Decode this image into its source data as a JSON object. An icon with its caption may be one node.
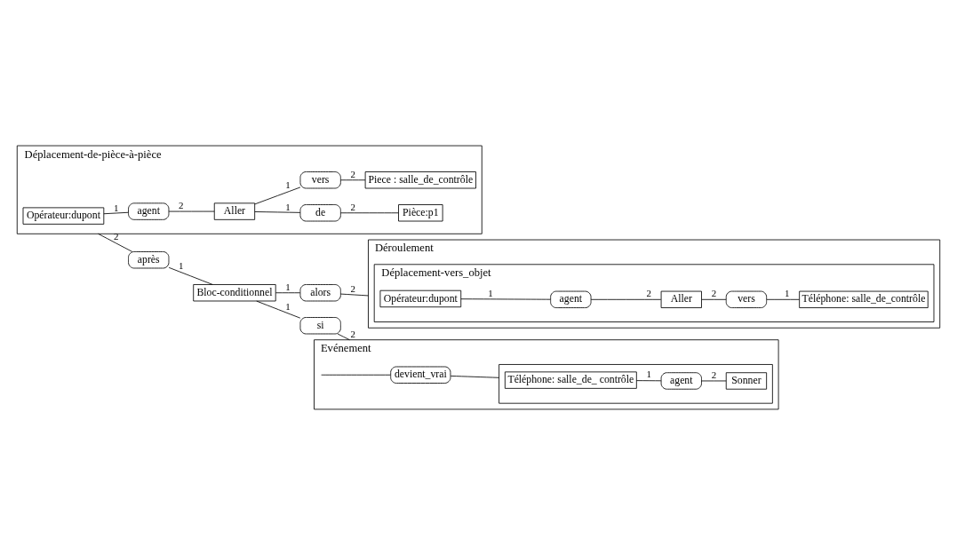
{
  "diagram": {
    "nodes": [
      {
        "text": [
          "Déplacement-de-pièce-à-pièce"
        ]
      },
      {
        "text": [
          "Opérateur:dupont"
        ],
        "in": 0
      },
      {
        "text": [
          "agent"
        ],
        "in": 0
      },
      {
        "text": [
          "Aller"
        ],
        "in": 0
      },
      {
        "text": [
          "de"
        ],
        "in": 0
      },
      {
        "text": [
          "vers"
        ],
        "in": 0
      },
      {
        "text": [
          "Pièce:p1"
        ],
        "in": 0
      },
      {
        "text": [
          "Piece : salle_de_contrôle"
        ],
        "in": 0
      },
      {
        "text": [
          "après"
        ]
      },
      {
        "text": [
          "Bloc-conditionnel"
        ]
      },
      {
        "text": [
          "si"
        ]
      },
      {
        "text": [
          "Evénement"
        ]
      },
      {
        "text": [
          "devient_vrai"
        ],
        "in": 11
      },
      {
        "text": [],
        "shape": "box",
        "in": 11
      },
      {
        "text": [
          "Téléphone: salle_de_ contrôle"
        ],
        "in": 13
      },
      {
        "text": [
          "agent"
        ],
        "in": 13
      },
      {
        "text": [
          "Sonner"
        ],
        "in": 13
      },
      {
        "text": [
          "alors"
        ]
      },
      {
        "text": [
          "Déroulement"
        ]
      },
      {
        "text": [
          "Déplacement-vers_objet"
        ],
        "in": 18
      },
      {
        "text": [
          "Opérateur:dupont"
        ],
        "in": 19
      },
      {
        "text": [
          "agent"
        ],
        "in": 19
      },
      {
        "text": [
          "Aller"
        ],
        "in": 19
      },
      {
        "text": [
          "vers"
        ],
        "in": 19
      },
      {
        "text": [
          "Téléphone: salle_de_contrôle"
        ],
        "in": 19
      }
    ],
    "edges": [
      {
        "from": 1,
        "to": 2,
        "arrow": "none",
        "label": "1"
      },
      {
        "from": 2,
        "to": 3,
        "arrow": "none",
        "label": "2"
      },
      {
        "from": 3,
        "to": 4,
        "arrow": "none",
        "label": "1"
      },
      {
        "from": 4,
        "to": 6,
        "arrow": "none",
        "label": "2"
      },
      {
        "from": 3,
        "to": 5,
        "arrow": "none",
        "label": "1"
      },
      {
        "from": 5,
        "to": 7,
        "arrow": "none",
        "label": "2"
      },
      {
        "from": 0,
        "to": 8,
        "arrow": "none",
        "label": "2"
      },
      {
        "from": 8,
        "to": 9,
        "arrow": "none",
        "label": "1"
      },
      {
        "from": 9,
        "to": 10,
        "arrow": "none",
        "label": "1"
      },
      {
        "from": 10,
        "to": 11,
        "arrow": "none",
        "label": "2"
      },
      {
        "from": 11,
        "to": 12,
        "arrow": "none"
      },
      {
        "from": 12,
        "to": 13,
        "arrow": "none"
      },
      {
        "from": 14,
        "to": 15,
        "arrow": "none",
        "label": "1"
      },
      {
        "from": 15,
        "to": 16,
        "arrow": "none",
        "label": "2"
      },
      {
        "from": 9,
        "to": 17,
        "arrow": "none",
        "label": "1"
      },
      {
        "from": 17,
        "to": 18,
        "arrow": "none",
        "label": "2"
      },
      {
        "from": 20,
        "to": 21,
        "arrow": "none",
        "label": "1"
      },
      {
        "from": 21,
        "to": 22,
        "arrow": "none",
        "label": "2"
      },
      {
        "from": 22,
        "to": 23,
        "arrow": "none",
        "label": "2"
      },
      {
        "from": 23,
        "to": 24,
        "arrow": "none",
        "label": "1"
      }
    ]
  }
}
